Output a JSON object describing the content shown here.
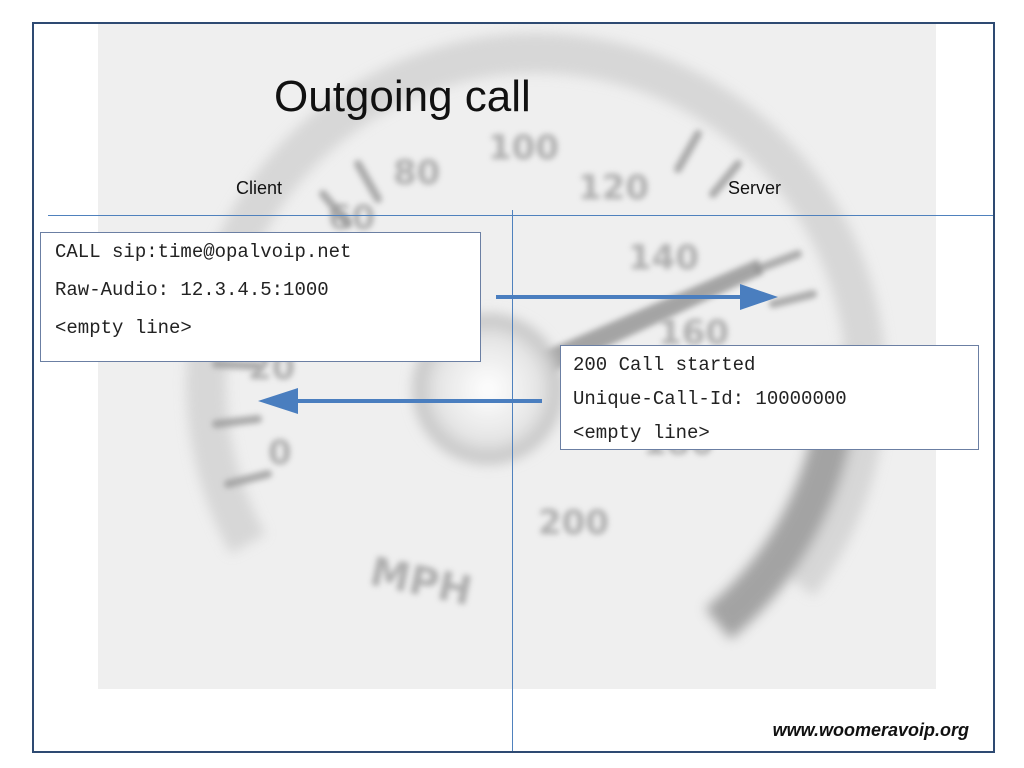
{
  "slide": {
    "title": "Outgoing call",
    "client_label": "Client",
    "server_label": "Server",
    "footer_url": "www.woomeravoip.org"
  },
  "background": {
    "gauge_numbers": [
      "0",
      "20",
      "60",
      "80",
      "100",
      "120",
      "140",
      "160",
      "180",
      "200"
    ],
    "gauge_unit": "MPH"
  },
  "client_request": {
    "lines": [
      "CALL sip:time@opalvoip.net",
      "Raw-Audio: 12.3.4.5:1000",
      "<empty line>"
    ]
  },
  "server_response": {
    "lines": [
      "200 Call started",
      "Unique-Call-Id: 10000000",
      "<empty line>"
    ]
  },
  "colors": {
    "arrow": "#4a7ebf",
    "divider": "#4f81bd",
    "frame": "#2e4a72",
    "box_border": "#6b7fa3"
  }
}
